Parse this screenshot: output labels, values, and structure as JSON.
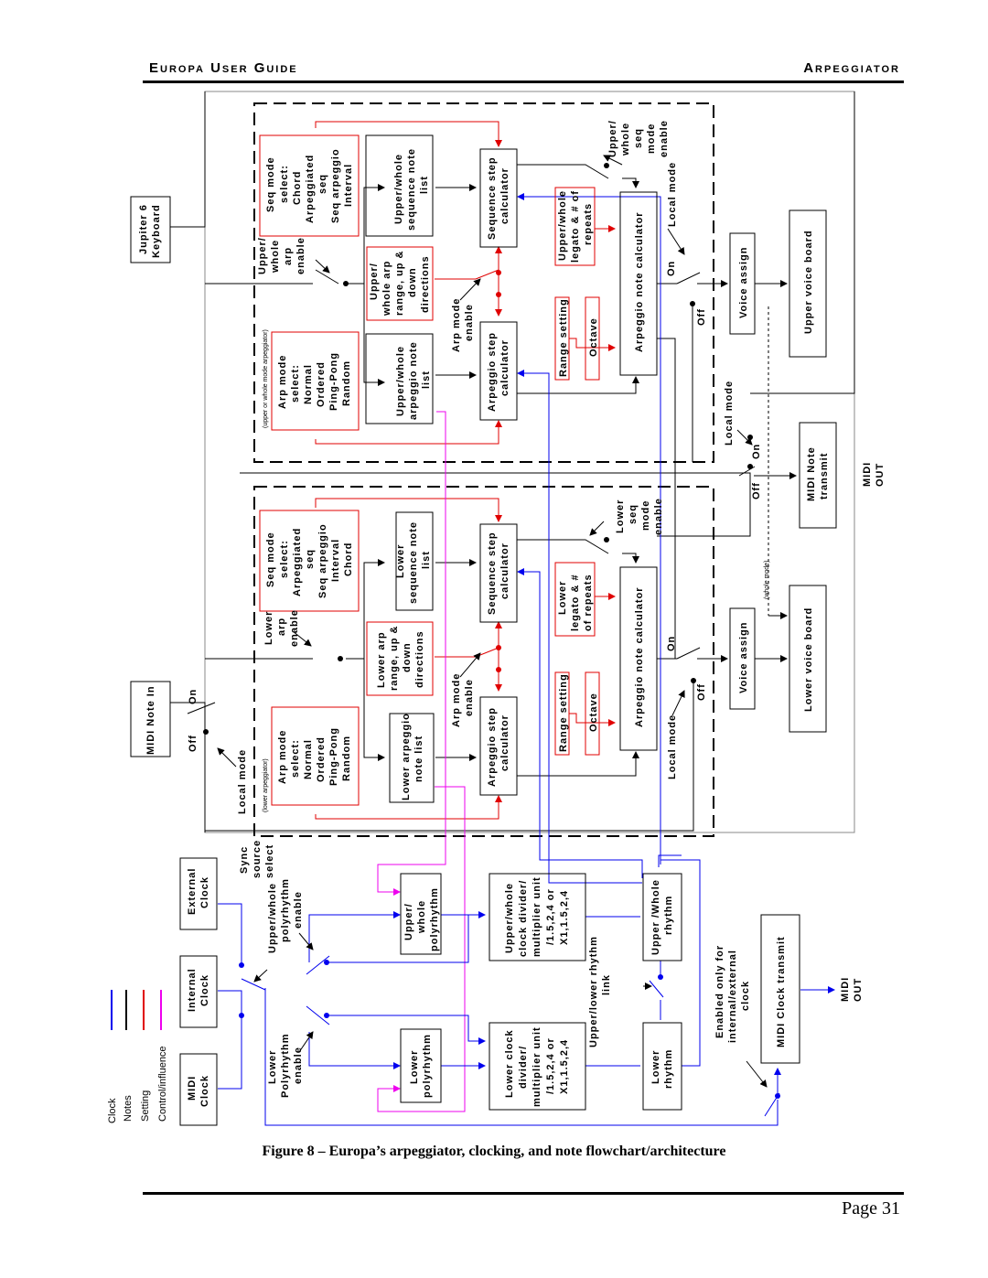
{
  "header": {
    "left": "Europa User Guide",
    "right": "Arpeggiator"
  },
  "legend": [
    {
      "label": "Clock",
      "color": "#0000ff"
    },
    {
      "label": "Notes",
      "color": "#000000"
    },
    {
      "label": "Setting",
      "color": "#ff0000"
    },
    {
      "label": "Control/influence",
      "color": "#ff00ff"
    }
  ],
  "blocks": {
    "jupiter6_keyboard": [
      "Jupiter 6",
      "Keyboard"
    ],
    "midi_note_in": [
      "MIDI Note In"
    ],
    "upper_arp_mode_select": [
      "Arp mode",
      "select:",
      "Normal",
      "Ordered",
      "Ping-Pong",
      "Random"
    ],
    "upper_seq_mode_select": [
      "Seq mode",
      "select:",
      "Chord",
      "Arpeggiated",
      "seq",
      "Seq arpeggio",
      "Interval"
    ],
    "upper_arp_note_list": [
      "Upper/whole",
      "arpeggio note",
      "list"
    ],
    "upper_seq_note_list": [
      "Upper/whole",
      "sequence note",
      "list"
    ],
    "upper_arp_range": [
      "Upper/",
      "whole arp",
      "range, up &",
      "down",
      "directions"
    ],
    "upper_arp_step_calc": [
      "Arpeggio step",
      "calculator"
    ],
    "upper_seq_step_calc": [
      "Sequence step",
      "calculator"
    ],
    "upper_range_setting": [
      "Range setting"
    ],
    "upper_octave": [
      "Octave"
    ],
    "upper_legato": [
      "Upper/whole",
      "legato & # of",
      "repeats"
    ],
    "upper_arp_note_calc": [
      "Arpeggio note calculator"
    ],
    "upper_voice_assign": [
      "Voice assign"
    ],
    "upper_voice_board": [
      "Upper voice board"
    ],
    "midi_note_transmit": [
      "MIDI Note",
      "transmit"
    ],
    "lower_arp_mode_select": [
      "Arp mode",
      "select:",
      "Normal",
      "Ordered",
      "Ping-Pong",
      "Random"
    ],
    "lower_seq_mode_select": [
      "Seq mode",
      "select:",
      "Arpeggiated",
      "seq",
      "Seq arpeggio",
      "Interval",
      "Chord"
    ],
    "lower_arp_note_list": [
      "Lower arpeggio",
      "note list"
    ],
    "lower_seq_note_list": [
      "Lower",
      "sequence note",
      "list"
    ],
    "lower_arp_range": [
      "Lower arp",
      "range, up &",
      "down",
      "directions"
    ],
    "lower_arp_step_calc": [
      "Arpeggio step",
      "calculator"
    ],
    "lower_seq_step_calc": [
      "Sequence step",
      "calculator"
    ],
    "lower_range_setting": [
      "Range setting"
    ],
    "lower_octave": [
      "Octave"
    ],
    "lower_legato": [
      "Lower",
      "legato & #",
      "of repeats"
    ],
    "lower_arp_note_calc": [
      "Arpeggio note calculator"
    ],
    "lower_voice_assign": [
      "Voice assign"
    ],
    "lower_voice_board": [
      "Lower voice board"
    ],
    "external_clock": [
      "External",
      "Clock"
    ],
    "internal_clock": [
      "Internal",
      "Clock"
    ],
    "midi_clock": [
      "MIDI",
      "Clock"
    ],
    "upper_polyrhythm": [
      "Upper/",
      "whole",
      "polyrhythm"
    ],
    "lower_polyrhythm": [
      "Lower",
      "polyrhythm"
    ],
    "upper_clock_divider": [
      "Upper/whole",
      "clock divider/",
      "multiplier unit",
      "/1.5,2,4 or",
      "X1,1.5,2,4"
    ],
    "lower_clock_divider": [
      "Lower clock",
      "divider/",
      "multiplier unit",
      "/1.5,2,4 or",
      "X1,1.5,2,4"
    ],
    "upper_rhythm": [
      "Upper /Whole",
      "rhythm"
    ],
    "lower_rhythm": [
      "Lower",
      "rhythm"
    ],
    "midi_clock_transmit": [
      "MIDI Clock transmit"
    ]
  },
  "labels": {
    "upper_or_whole_mode_arp": "(upper or whole mode arpeggiator)",
    "lower_arpeggiator": "(lower arpeggiator)",
    "whole_mode": "(whole mode)",
    "upper_whole_arp_enable": [
      "Upper/",
      "whole",
      "arp",
      "enable"
    ],
    "upper_whole_seq_mode_enable": [
      "Upper/",
      "whole",
      "seq",
      "mode",
      "enable"
    ],
    "lower_arp_enable": [
      "Lower",
      "arp",
      "enable"
    ],
    "lower_seq_mode_enable": [
      "Lower",
      "seq",
      "mode",
      "enable"
    ],
    "arp_mode_enable": [
      "Arp mode",
      "enable"
    ],
    "local_mode": "Local mode",
    "on": "On",
    "off": "Off",
    "midi_out": [
      "MIDI",
      "OUT"
    ],
    "sync_source_select": [
      "Sync",
      "source",
      "select"
    ],
    "upper_whole_polyrhythm_enable": [
      "Upper/whole",
      "polyrhythm",
      "enable"
    ],
    "lower_polyrhythm_enable": [
      "Lower",
      "Polyrhythm",
      "enable"
    ],
    "upper_lower_rhythm_link": [
      "Upper/lower rhythm",
      "link"
    ],
    "enabled_only_internal_external": [
      "Enabled only for",
      "internal/external",
      "clock"
    ]
  },
  "caption": "Figure 8 – Europa’s arpeggiator, clocking, and note flowchart/architecture",
  "page": "Page 31"
}
